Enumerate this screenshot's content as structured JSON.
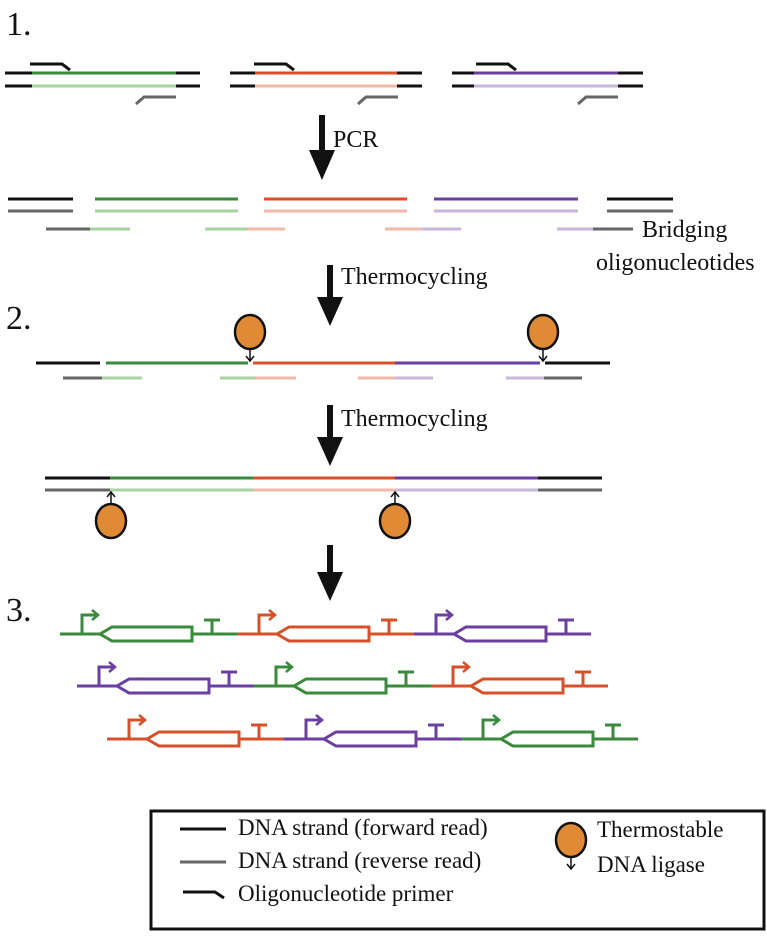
{
  "steps": {
    "s1": "1.",
    "s2": "2.",
    "s3": "3."
  },
  "arrows": {
    "pcr": "PCR",
    "thermo1": "Thermocycling",
    "thermo2": "Thermocycling"
  },
  "bridging": {
    "line1": "Bridging",
    "line2": "oligonucleotides"
  },
  "legend": {
    "forward": "DNA strand (forward read)",
    "reverse": "DNA strand (reverse read)",
    "primer": "Oligonucleotide primer",
    "ligase_line1": "Thermostable",
    "ligase_line2": "DNA ligase"
  },
  "colors": {
    "forward_strand": "#111111",
    "reverse_strand": "#666666",
    "green": "#3a8a3c",
    "green_light": "#a8d2a0",
    "orange": "#d7502a",
    "orange_light": "#f2b9aa",
    "purple": "#6a3fa0",
    "purple_light": "#c9b6dd",
    "ligase": "#e08a35"
  }
}
